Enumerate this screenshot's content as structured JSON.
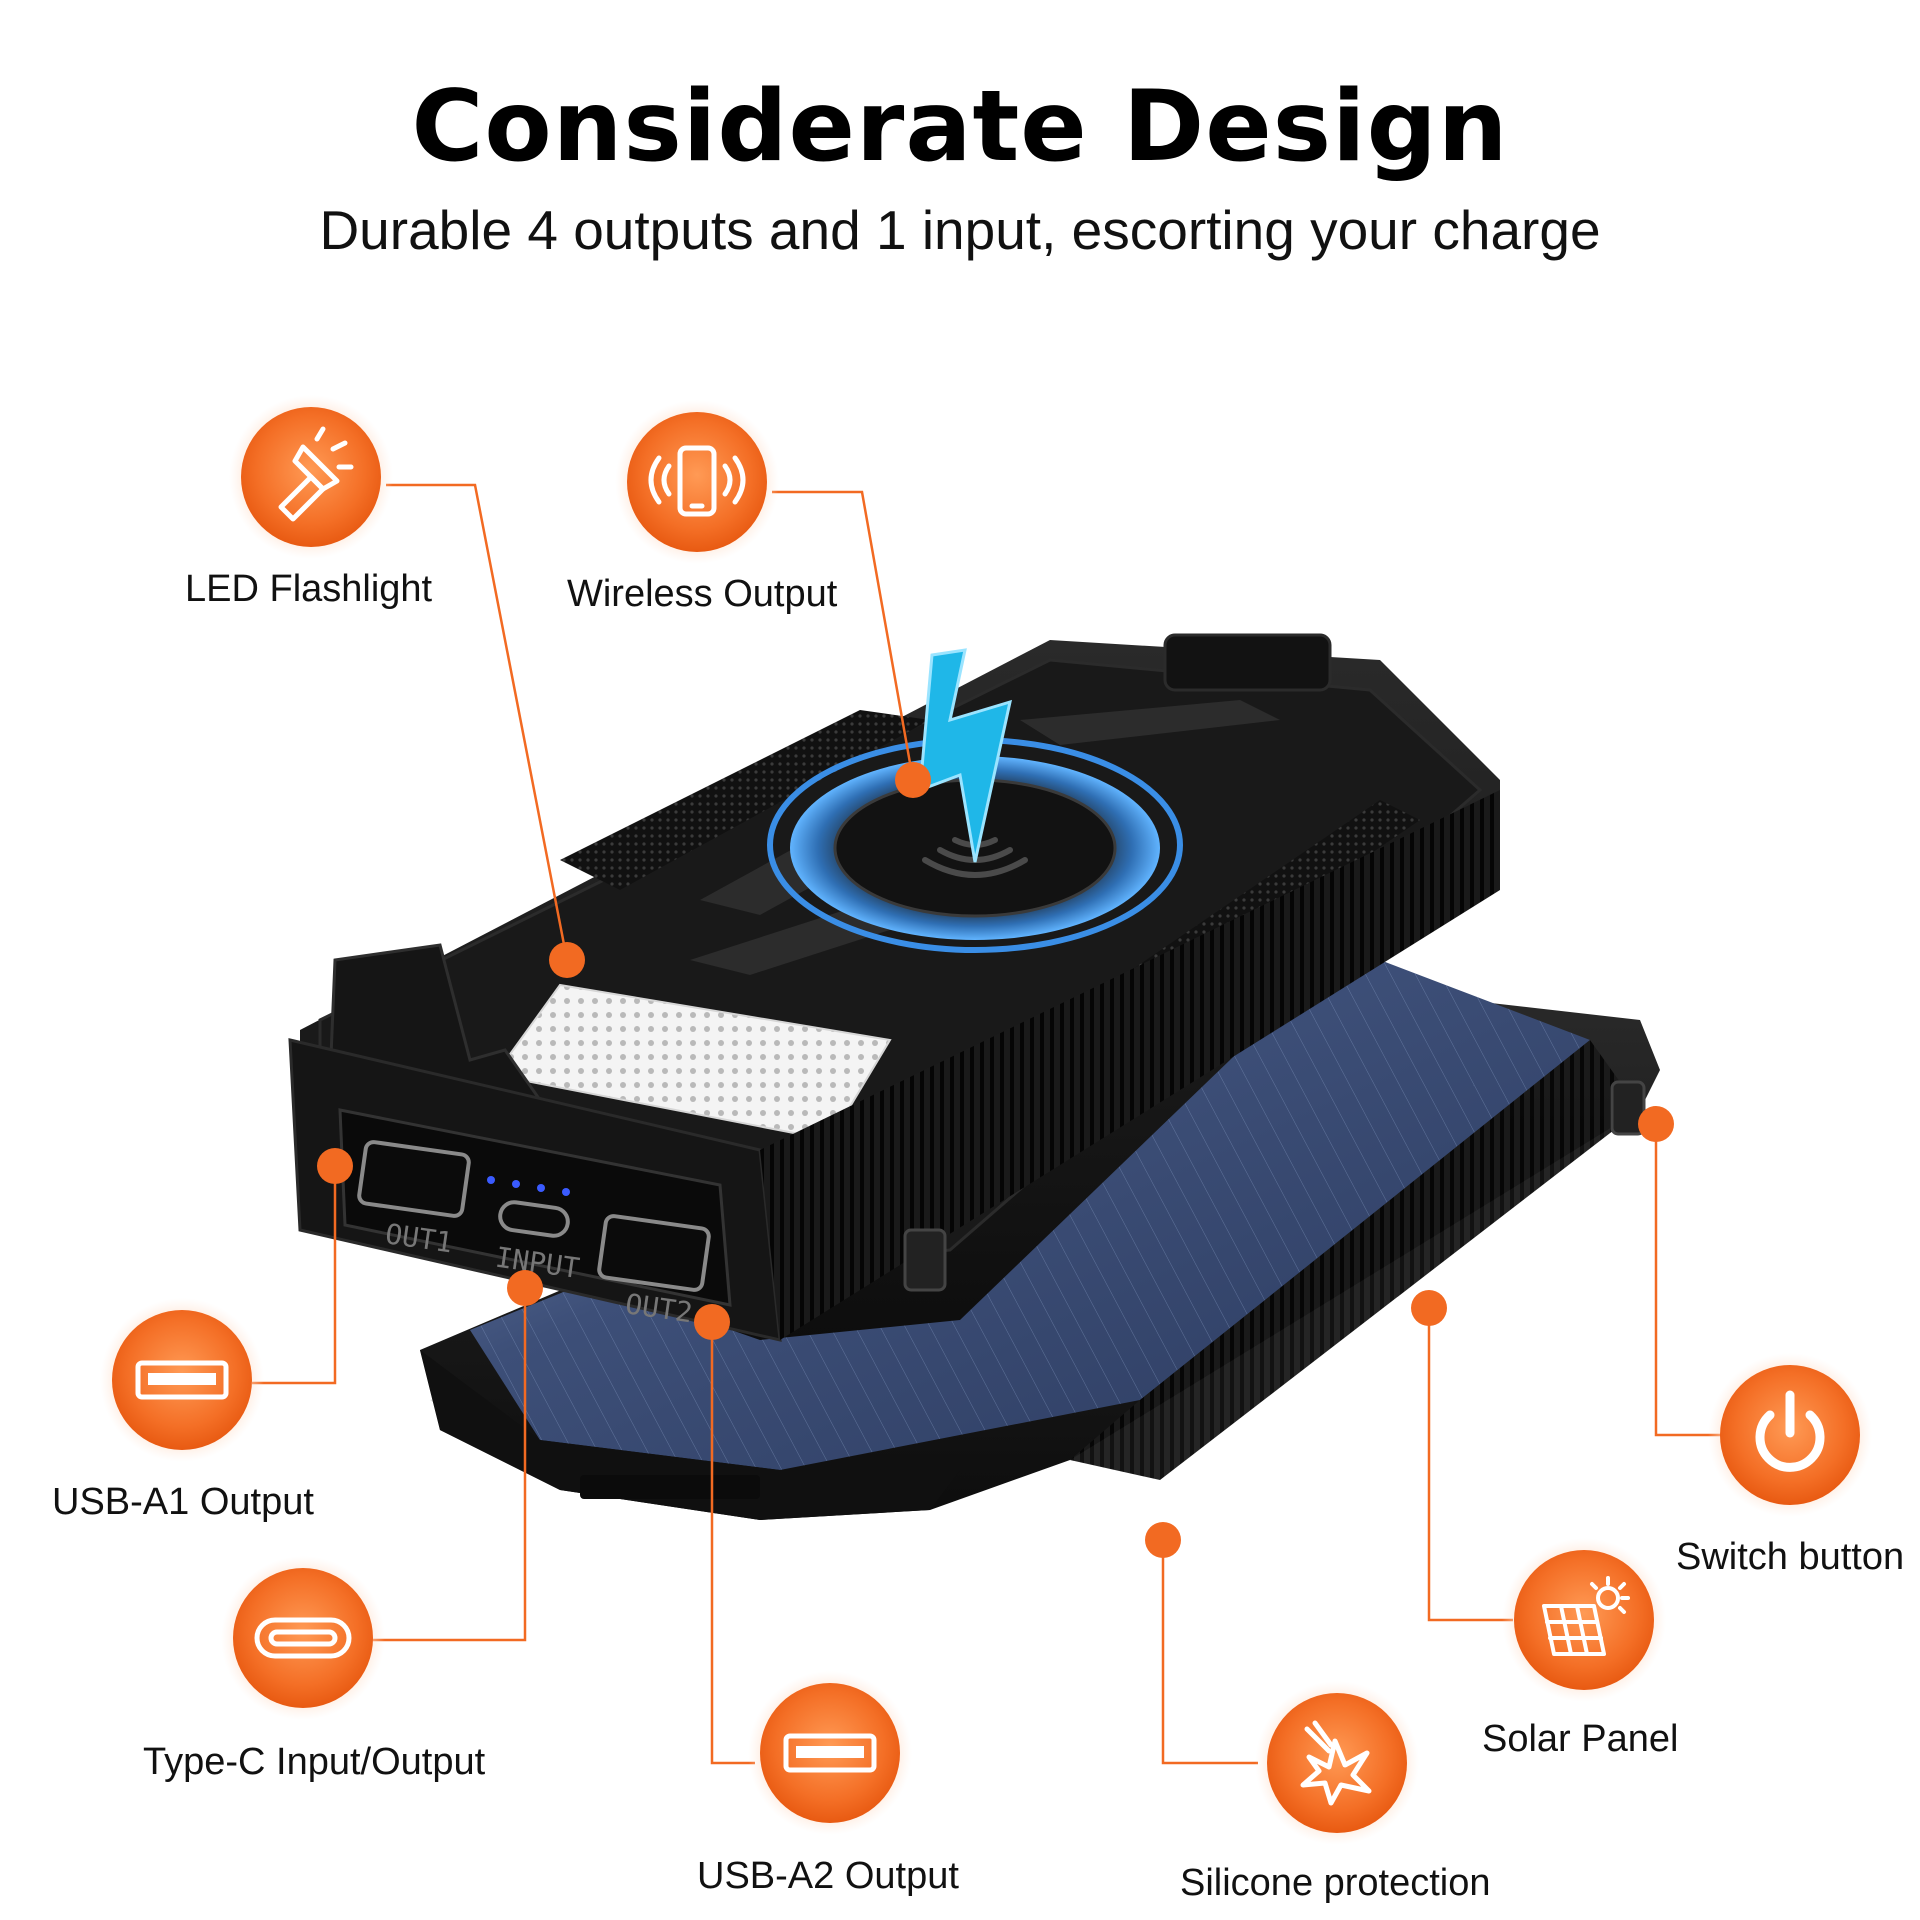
{
  "header": {
    "title": "Considerate Design",
    "subtitle": "Durable 4 outputs and 1 input, escorting your charge"
  },
  "theme": {
    "accent": "#f26a22",
    "accent_light": "#ff9a55",
    "device_body": "#1b1b1b",
    "solar_panel": "#3d4f78",
    "wireless_ring": "#3a8ee6",
    "bolt": "#1fb7e8"
  },
  "device": {
    "port_labels": [
      "OUT1",
      "INPUT",
      "OUT2"
    ],
    "indicator_leds": 4
  },
  "features": [
    {
      "id": "led-flashlight",
      "label": "LED Flashlight",
      "icon": "flashlight-icon"
    },
    {
      "id": "wireless-output",
      "label": "Wireless Output",
      "icon": "phone-wireless-icon"
    },
    {
      "id": "usb-a1-output",
      "label": "USB-A1 Output",
      "icon": "usb-a-port-icon"
    },
    {
      "id": "type-c-io",
      "label": "Type-C Input/Output",
      "icon": "usb-c-port-icon"
    },
    {
      "id": "usb-a2-output",
      "label": "USB-A2 Output",
      "icon": "usb-a-port-icon"
    },
    {
      "id": "silicone-protection",
      "label": "Silicone protection",
      "icon": "impact-icon"
    },
    {
      "id": "solar-panel",
      "label": "Solar Panel",
      "icon": "solar-panel-icon"
    },
    {
      "id": "switch-button",
      "label": "Switch button",
      "icon": "power-icon"
    }
  ]
}
